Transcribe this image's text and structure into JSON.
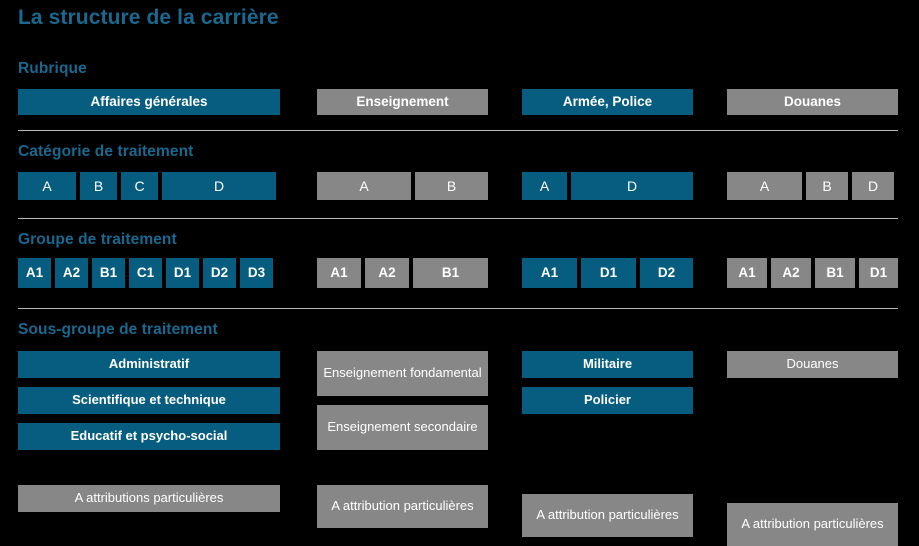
{
  "title": "La structure de la carrière",
  "colors": {
    "blue": "#075d80",
    "gray": "#878787",
    "heading": "#19688f",
    "background": "#000000",
    "divider": "#b9b9b9",
    "text": "#ffffff"
  },
  "sections": {
    "rubrique": {
      "label": "Rubrique",
      "items": [
        {
          "text": "Affaires générales",
          "color": "blue"
        },
        {
          "text": "Enseignement",
          "color": "gray"
        },
        {
          "text": "Armée, Police",
          "color": "blue"
        },
        {
          "text": "Douanes",
          "color": "gray"
        }
      ]
    },
    "categorie": {
      "label": "Catégorie de traitement",
      "columns": [
        {
          "color": "blue",
          "items": [
            "A",
            "B",
            "C",
            "D"
          ]
        },
        {
          "color": "gray",
          "items": [
            "A",
            "B"
          ]
        },
        {
          "color": "blue",
          "items": [
            "A",
            "D"
          ]
        },
        {
          "color": "gray",
          "items": [
            "A",
            "B",
            "D"
          ]
        }
      ]
    },
    "groupe": {
      "label": "Groupe de traitement",
      "columns": [
        {
          "color": "blue",
          "items": [
            "A1",
            "A2",
            "B1",
            "C1",
            "D1",
            "D2",
            "D3"
          ]
        },
        {
          "color": "gray",
          "items": [
            "A1",
            "A2",
            "B1"
          ]
        },
        {
          "color": "blue",
          "items": [
            "A1",
            "D1",
            "D2"
          ]
        },
        {
          "color": "gray",
          "items": [
            "A1",
            "A2",
            "B1",
            "D1"
          ]
        }
      ]
    },
    "sousgroupe": {
      "label": "Sous-groupe de traitement",
      "columns": [
        {
          "items": [
            {
              "text": "Administratif",
              "color": "blue"
            },
            {
              "text": "Scientifique et technique",
              "color": "blue"
            },
            {
              "text": "Educatif et psycho-social",
              "color": "blue"
            },
            {
              "text": "A attributions particulières",
              "color": "gray"
            }
          ]
        },
        {
          "items": [
            {
              "text": "Enseignement fondamental",
              "color": "gray"
            },
            {
              "text": "Enseignement secondaire",
              "color": "gray"
            },
            {
              "text": "A attribution particulières",
              "color": "gray"
            }
          ]
        },
        {
          "items": [
            {
              "text": "Militaire",
              "color": "blue"
            },
            {
              "text": "Policier",
              "color": "blue"
            },
            {
              "text": "A attribution particulières",
              "color": "gray"
            }
          ]
        },
        {
          "items": [
            {
              "text": "Douanes",
              "color": "gray"
            },
            {
              "text": "A attribution particulières",
              "color": "gray"
            }
          ]
        }
      ]
    }
  }
}
